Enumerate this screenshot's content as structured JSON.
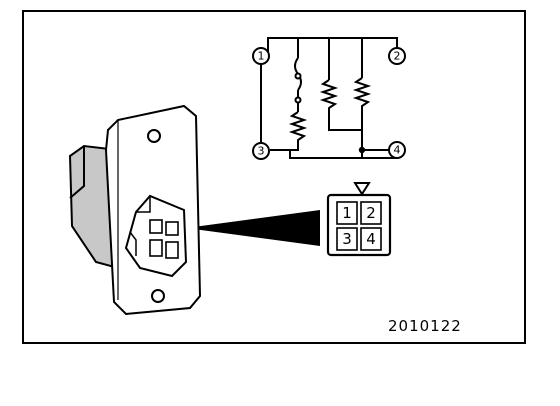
{
  "figure_code": "2010122",
  "schematic": {
    "terminals": [
      "1",
      "2",
      "3",
      "4"
    ]
  },
  "connector": {
    "pins": [
      "1",
      "2",
      "3",
      "4"
    ]
  },
  "colors": {
    "line": "#000000",
    "fill": "#ffffff",
    "shade": "#b8b8b8"
  }
}
